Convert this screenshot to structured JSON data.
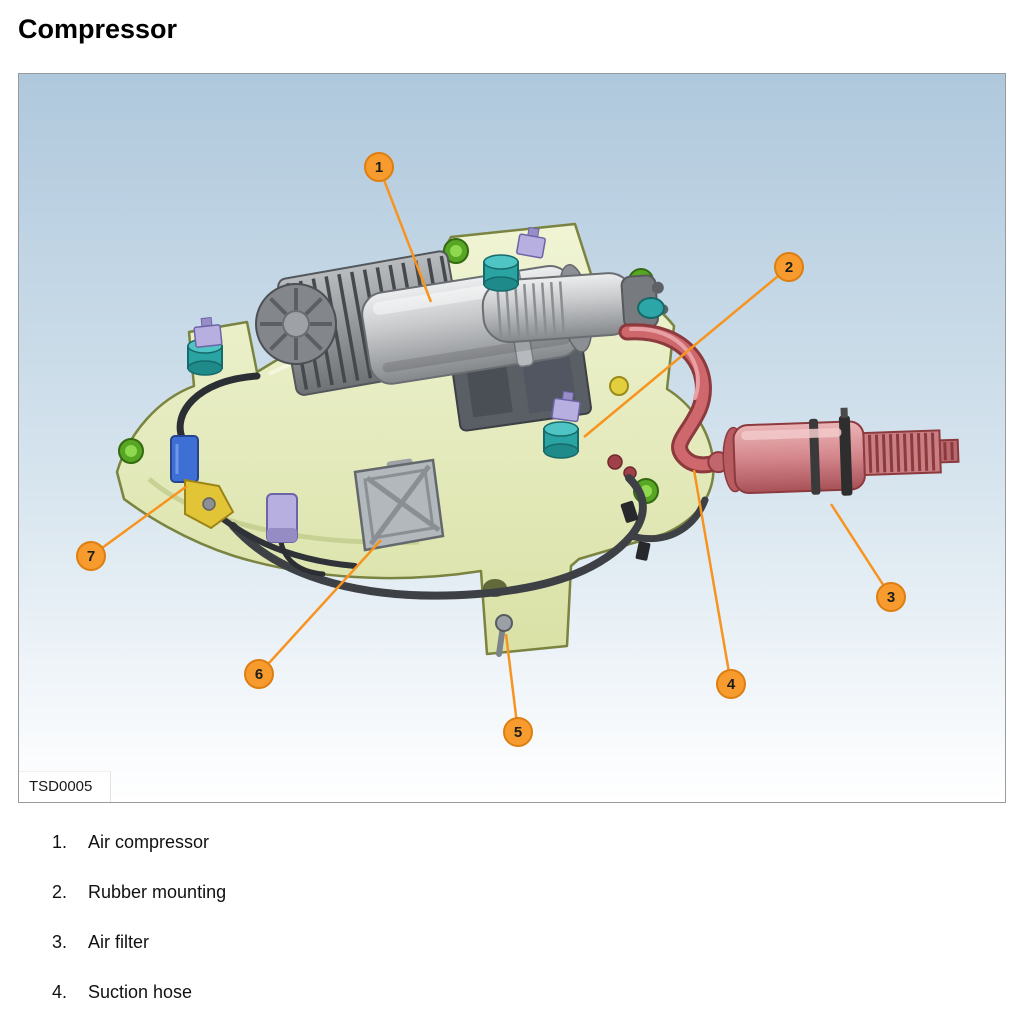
{
  "page": {
    "title": "Compressor",
    "figure_label": "TSD0005"
  },
  "callouts": [
    {
      "number": "1"
    },
    {
      "number": "2"
    },
    {
      "number": "3"
    },
    {
      "number": "4"
    },
    {
      "number": "5"
    },
    {
      "number": "6"
    },
    {
      "number": "7"
    }
  ],
  "legend": [
    {
      "number": "1.",
      "label": "Air compressor"
    },
    {
      "number": "2.",
      "label": "Rubber mounting"
    },
    {
      "number": "3.",
      "label": "Air filter"
    },
    {
      "number": "4.",
      "label": "Suction hose"
    }
  ],
  "colors": {
    "callout_orange": "#F79420",
    "diagram_background_top": "#AFC8DC",
    "bracket_yellow_green": "#E4EAB8",
    "filter_pink": "#CE686D",
    "rubber_mount_teal": "#2AA3A3",
    "bolt_green": "#57A624"
  }
}
